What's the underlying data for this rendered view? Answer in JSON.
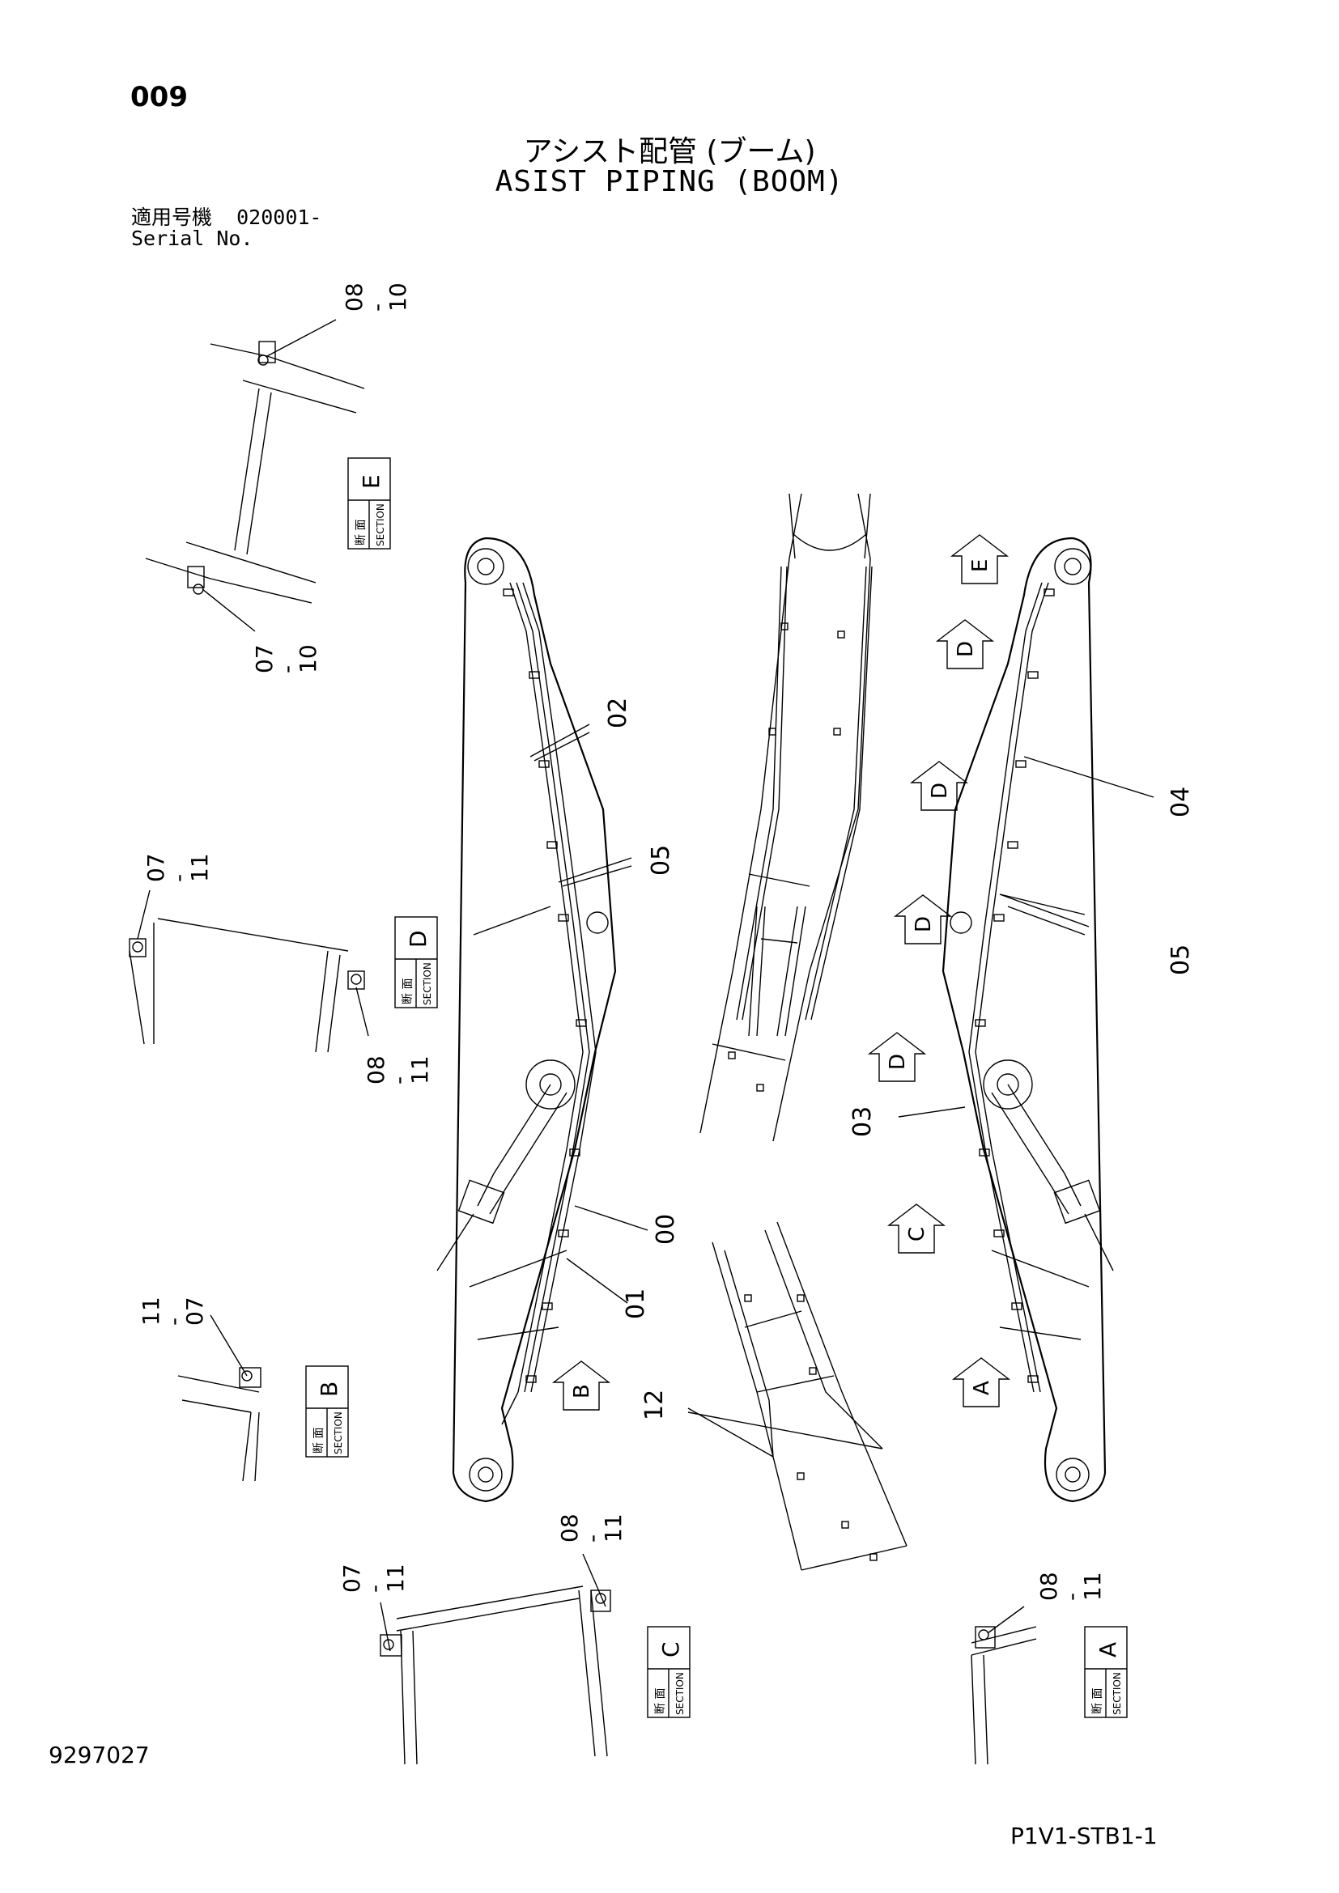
{
  "header": {
    "page_number": "009",
    "title_jp": "アシスト配管 (ブーム)",
    "title_en": "ASIST PIPING (BOOM)",
    "serial_label_jp": "適用号機",
    "serial_value": "020001-",
    "serial_label_en": "Serial No."
  },
  "footer": {
    "document_number": "9297027",
    "sheet_code": "P1V1-STB1-1"
  },
  "section_box": {
    "jp_char_1": "断",
    "jp_char_2": "面",
    "word": "SECTION"
  },
  "sections": [
    {
      "letter": "E"
    },
    {
      "letter": "D"
    },
    {
      "letter": "B"
    },
    {
      "letter": "C"
    },
    {
      "letter": "A"
    }
  ],
  "arrows": [
    "E",
    "D",
    "D",
    "D",
    "D",
    "C",
    "B",
    "A"
  ],
  "callouts": [
    {
      "top": "08",
      "bottom": "10"
    },
    {
      "top": "07",
      "bottom": "10"
    },
    {
      "top": "07",
      "bottom": "11"
    },
    {
      "top": "08",
      "bottom": "11"
    },
    {
      "top": "11",
      "bottom": "07"
    },
    {
      "top": "08",
      "bottom": "11"
    },
    {
      "top": "07",
      "bottom": "11"
    },
    {
      "top": "08",
      "bottom": "11"
    }
  ],
  "parts": [
    "02",
    "05",
    "00",
    "01",
    "12",
    "04",
    "05",
    "03"
  ]
}
